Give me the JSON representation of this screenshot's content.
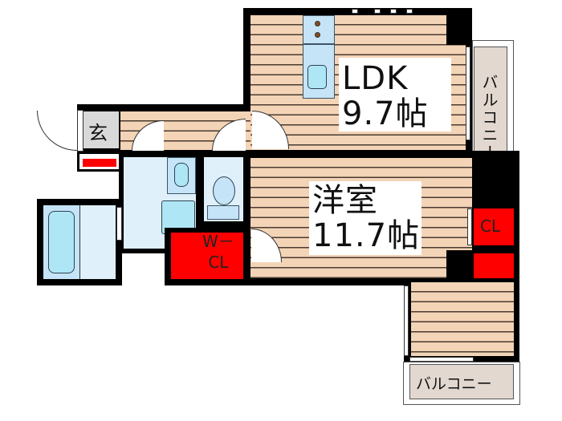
{
  "floor_plan": {
    "rooms": {
      "ldk": {
        "name": "LDK",
        "size": "9.7帖"
      },
      "western_room": {
        "name": "洋室",
        "size": "11.7帖"
      },
      "entrance": {
        "name": "玄"
      },
      "walk_in_closet": {
        "name_line1": "W－",
        "name_line2": "CL"
      },
      "closet": {
        "name": "CL"
      },
      "balcony_right": {
        "name": "バルコニー"
      },
      "balcony_bottom": {
        "name": "バルコニー"
      }
    },
    "colors": {
      "floor": "#f3d4b6",
      "wet_area": "#dff0fb",
      "storage": "#ff0000",
      "balcony": "#e2d8d0",
      "entrance": "#d9d9d9",
      "wall": "#000000"
    }
  }
}
